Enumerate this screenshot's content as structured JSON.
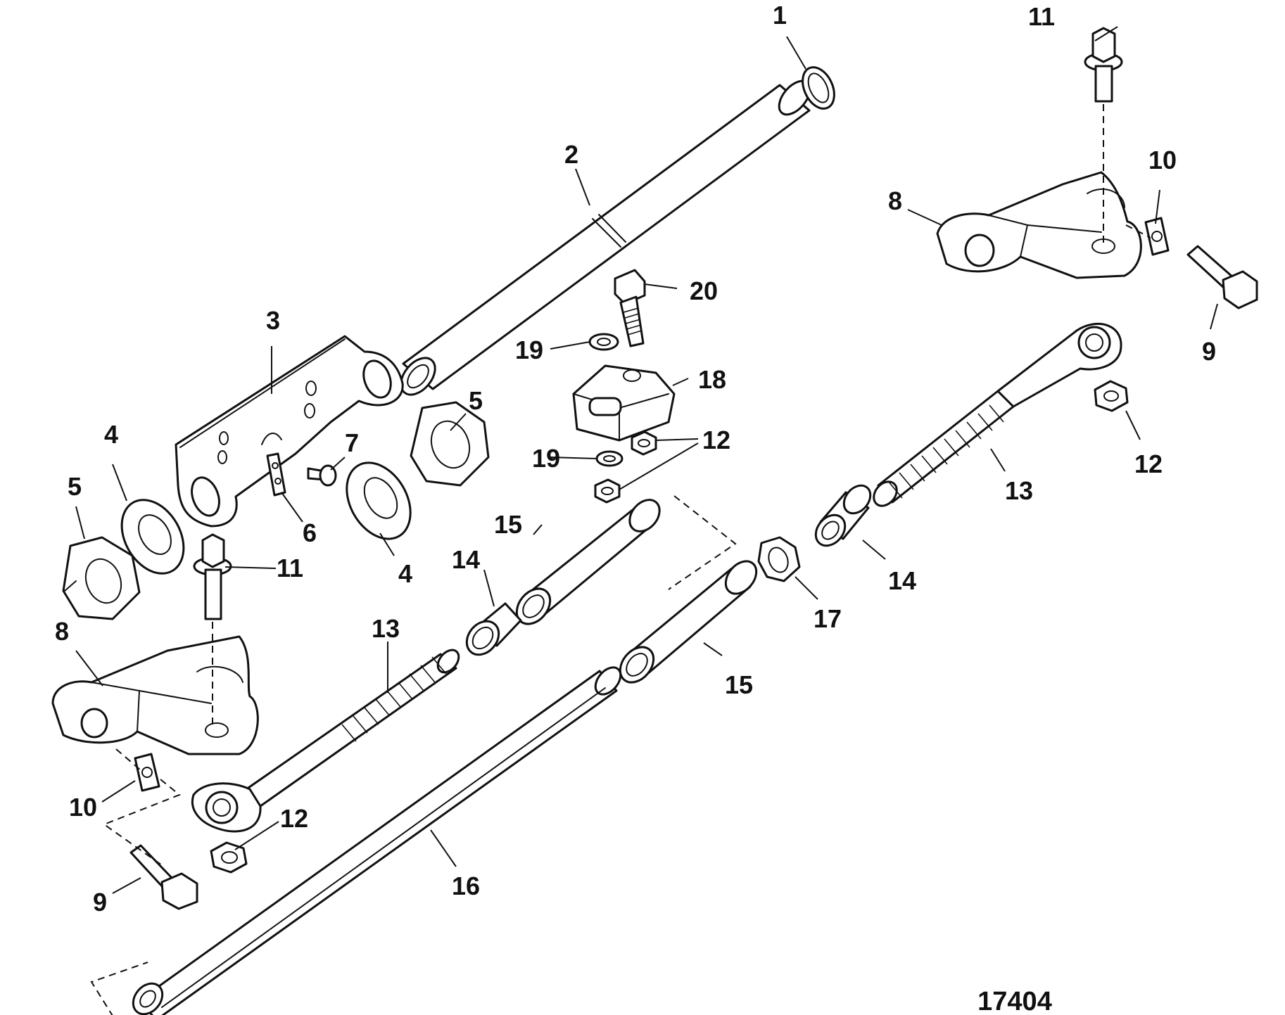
{
  "figure_number": "17404",
  "callouts": [
    {
      "id": "c1",
      "text": "1"
    },
    {
      "id": "c2",
      "text": "2"
    },
    {
      "id": "c3",
      "text": "3"
    },
    {
      "id": "c4a",
      "text": "4"
    },
    {
      "id": "c4b",
      "text": "4"
    },
    {
      "id": "c5a",
      "text": "5"
    },
    {
      "id": "c5b",
      "text": "5"
    },
    {
      "id": "c6",
      "text": "6"
    },
    {
      "id": "c7",
      "text": "7"
    },
    {
      "id": "c8a",
      "text": "8"
    },
    {
      "id": "c8b",
      "text": "8"
    },
    {
      "id": "c9a",
      "text": "9"
    },
    {
      "id": "c9b",
      "text": "9"
    },
    {
      "id": "c10a",
      "text": "10"
    },
    {
      "id": "c10b",
      "text": "10"
    },
    {
      "id": "c11a",
      "text": "11"
    },
    {
      "id": "c11b",
      "text": "11"
    },
    {
      "id": "c12a",
      "text": "12"
    },
    {
      "id": "c12b",
      "text": "12"
    },
    {
      "id": "c12c",
      "text": "12"
    },
    {
      "id": "c13a",
      "text": "13"
    },
    {
      "id": "c13b",
      "text": "13"
    },
    {
      "id": "c14a",
      "text": "14"
    },
    {
      "id": "c14b",
      "text": "14"
    },
    {
      "id": "c15a",
      "text": "15"
    },
    {
      "id": "c15b",
      "text": "15"
    },
    {
      "id": "c16",
      "text": "16"
    },
    {
      "id": "c17",
      "text": "17"
    },
    {
      "id": "c18",
      "text": "18"
    },
    {
      "id": "c19a",
      "text": "19"
    },
    {
      "id": "c19b",
      "text": "19"
    },
    {
      "id": "c20",
      "text": "20"
    }
  ]
}
